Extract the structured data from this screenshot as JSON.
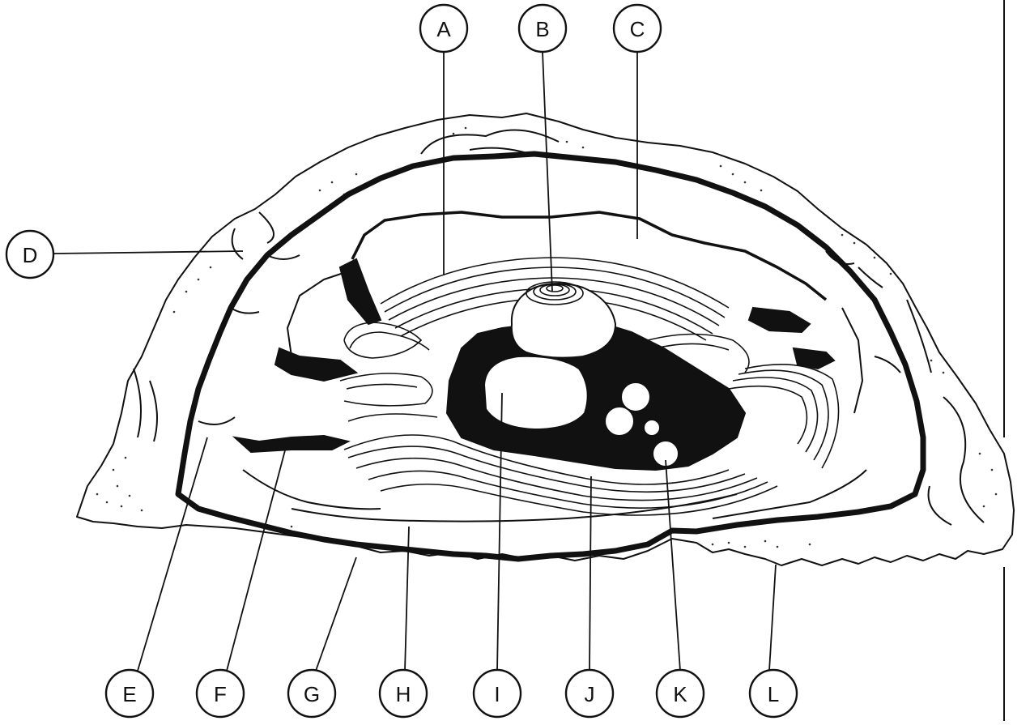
{
  "labels": {
    "A": "A",
    "B": "B",
    "C": "C",
    "D": "D",
    "E": "E",
    "F": "F",
    "G": "G",
    "H": "H",
    "I": "I",
    "J": "J",
    "K": "K",
    "L": "L"
  },
  "colors": {
    "ink": "#111111",
    "paper": "#ffffff"
  }
}
